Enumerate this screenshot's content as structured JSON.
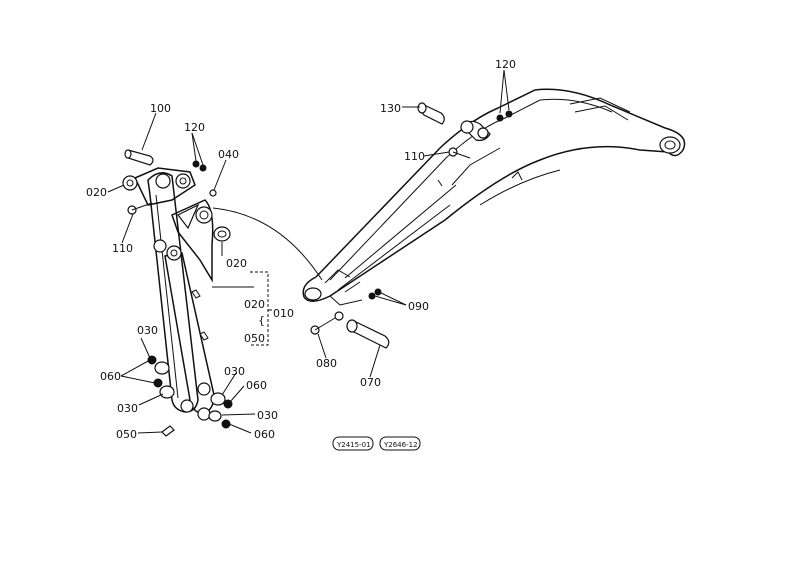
{
  "labels": {
    "l100": "100",
    "l120a": "120",
    "l040": "040",
    "l020a": "020",
    "l110a": "110",
    "l020b": "020",
    "l020c": "020",
    "l010": "010",
    "l050a": "050",
    "l030a": "030",
    "l060a": "060",
    "l030b": "030",
    "l030c": "030",
    "l060b": "060",
    "l030d": "030",
    "l050b": "050",
    "l060c": "060",
    "l120b": "120",
    "l130": "130",
    "l110b": "110",
    "l090": "090",
    "l080": "080",
    "l070": "070"
  },
  "stamps": {
    "s1": "Y2415-01",
    "s2": "Y2646-12"
  }
}
